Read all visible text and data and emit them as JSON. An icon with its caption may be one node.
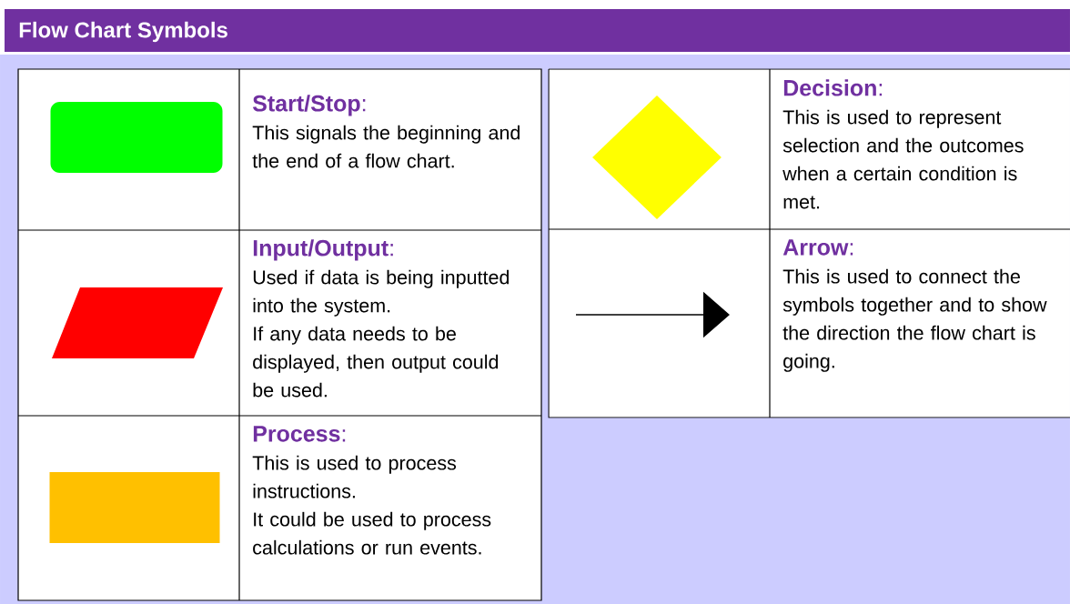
{
  "diagram": {
    "title": "Flow Chart Symbols",
    "nodes": [
      {
        "text": [],
        "shape": "box"
      },
      {
        "text": [
          "**Start/Stop**:",
          "This signals the beginning and the end of a flow chart."
        ]
      },
      {
        "text": [],
        "shape": "diamond"
      },
      {
        "text": [
          "**Decision**:",
          "This is used to represent selection and the outcomes when a certain condition is met."
        ]
      },
      {
        "text": [],
        "shape": "parallelogram"
      },
      {
        "text": [
          "**Input/Output**:",
          "Used if data is being inputted into the system.",
          "If any data needs to be displayed, then output could be used."
        ]
      },
      {
        "text": [
          "**Arrow**:",
          "This is used to connect the symbols together and to show the direction the flow chart is going."
        ]
      },
      {
        "text": [],
        "shape": "rectangle"
      },
      {
        "text": [
          "**Process**:",
          "This is used to process instructions.",
          "It could be used to process calculations or run events."
        ]
      }
    ]
  }
}
